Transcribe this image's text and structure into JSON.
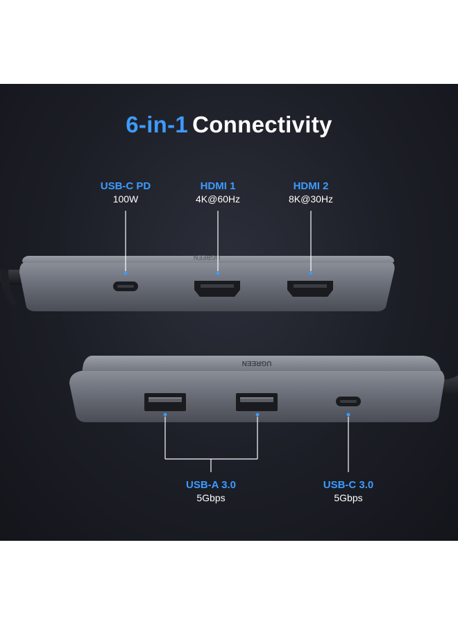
{
  "title": {
    "accent": "6-in-1",
    "main": "Connectivity"
  },
  "top_ports": [
    {
      "name": "USB-C PD",
      "spec": "100W"
    },
    {
      "name": "HDMI 1",
      "spec": "4K@60Hz"
    },
    {
      "name": "HDMI 2",
      "spec": "8K@30Hz"
    }
  ],
  "bottom_ports": [
    {
      "name": "USB-A 3.0",
      "spec": "5Gbps"
    },
    {
      "name": "USB-C 3.0",
      "spec": "5Gbps"
    }
  ],
  "brand": "UGREEN",
  "colors": {
    "accent": "#3d9bff",
    "background": "#1c1e26",
    "hub_body": "#6d717b"
  }
}
